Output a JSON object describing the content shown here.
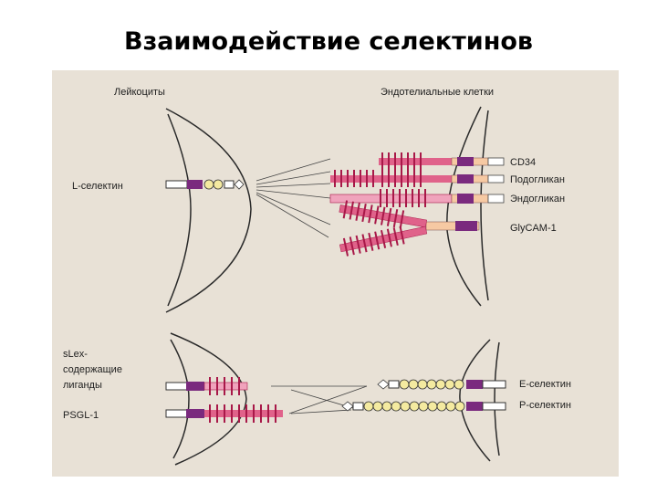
{
  "slide": {
    "title": "Взаимодействие селектинов"
  },
  "figure": {
    "background": "#e8e1d6",
    "colors": {
      "purple": "#7a2a7e",
      "pink": "#e0628a",
      "light_pink": "#f0a3bc",
      "tan": "#f6c9a3",
      "bead": "#f4eaa0"
    },
    "top": {
      "leukocytes": "Лейкоциты",
      "endothelial_cells": "Эндотелиальные клетки",
      "l_selectin": "L-селектин",
      "ligands": [
        "CD34",
        "Подогликан",
        "Эндогликан",
        "GlyCAM-1"
      ]
    },
    "bottom": {
      "slex_ligands": [
        "sLex-",
        "содержащие",
        "лиганды"
      ],
      "psgl1": "PSGL-1",
      "e_selectin": "E-селектин",
      "p_selectin": "P-селектин"
    }
  }
}
